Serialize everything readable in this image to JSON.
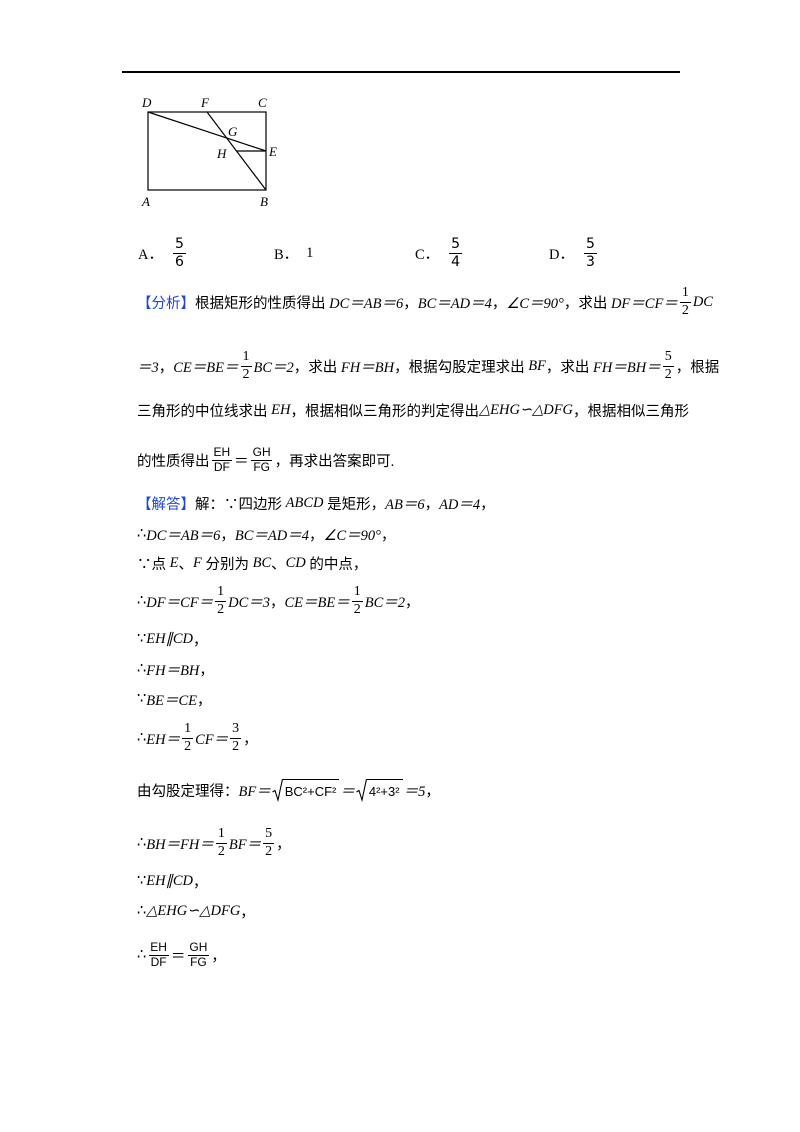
{
  "figure": {
    "labels": {
      "D": "D",
      "F": "F",
      "C": "C",
      "G": "G",
      "H": "H",
      "E": "E",
      "A": "A",
      "B": "B"
    }
  },
  "choices": [
    {
      "letter": "A．",
      "num": "5",
      "den": "6"
    },
    {
      "letter": "B．",
      "value": "1"
    },
    {
      "letter": "C．",
      "num": "5",
      "den": "4"
    },
    {
      "letter": "D．",
      "num": "5",
      "den": "3"
    }
  ],
  "analysis": {
    "tag": "【分析】",
    "line1": [
      "根据矩形的性质得出 ",
      "DC＝AB＝6",
      "，",
      "BC＝AD＝4",
      "，",
      "∠C＝90°",
      "，求出 ",
      "DF＝CF＝",
      {
        "num": "1",
        "den": "2"
      },
      "DC"
    ],
    "line2": [
      "＝3",
      "，",
      "CE＝BE＝",
      {
        "num": "1",
        "den": "2"
      },
      "BC＝2",
      "，求出 ",
      "FH＝BH",
      "，根据勾股定理求出 ",
      "BF",
      "，求出 ",
      "FH＝BH＝",
      {
        "num": "5",
        "den": "2"
      },
      "，根据"
    ],
    "line3": [
      "三角形的中位线求出 ",
      "EH",
      "，根据相似三角形的判定得出",
      "△EHG∽△DFG",
      "，根据相似三角形"
    ],
    "line4": [
      "的性质得出",
      {
        "num": "EH",
        "den": "DF"
      },
      "＝",
      {
        "num": "GH",
        "den": "FG"
      },
      "，再求出答案即可."
    ]
  },
  "solution": {
    "tag": "【解答】",
    "line1": [
      "解：∵四边形 ",
      "ABCD",
      " 是矩形，",
      "AB＝6",
      "，",
      "AD＝4",
      "，"
    ],
    "line2": [
      "∴",
      "DC＝AB＝6",
      "，",
      "BC＝AD＝4",
      "，",
      "∠C＝90°",
      "，"
    ],
    "line3": [
      "∵点 ",
      "E",
      "、",
      "F",
      " 分别为 ",
      "BC",
      "、",
      "CD",
      " 的中点，"
    ],
    "line4": [
      "∴",
      "DF＝CF＝",
      {
        "num": "1",
        "den": "2"
      },
      "DC＝3",
      "，",
      "CE＝BE＝",
      {
        "num": "1",
        "den": "2"
      },
      "BC＝2",
      "，"
    ],
    "line5": [
      "∵",
      "EH∥CD",
      "，"
    ],
    "line6": [
      "∴",
      "FH＝BH",
      "，"
    ],
    "line7": [
      "∵",
      "BE＝CE",
      "，"
    ],
    "line8": [
      "∴",
      "EH＝",
      {
        "num": "1",
        "den": "2"
      },
      "CF＝",
      {
        "num": "3",
        "den": "2"
      },
      "，"
    ],
    "line9": [
      "由勾股定理得：",
      "BF＝",
      {
        "radicand": "BC²+CF²"
      },
      "＝",
      {
        "radicand": "4²+3²"
      },
      "＝5",
      "，"
    ],
    "line10": [
      "∴",
      "BH＝FH＝",
      {
        "num": "1",
        "den": "2"
      },
      "BF＝",
      {
        "num": "5",
        "den": "2"
      },
      "，"
    ],
    "line11": [
      "∵",
      "EH∥CD",
      "，"
    ],
    "line12": [
      "∴",
      "△EHG∽△DFG",
      "，"
    ],
    "line13": [
      "∴",
      {
        "num": "EH",
        "den": "DF"
      },
      "＝",
      {
        "num": "GH",
        "den": "FG"
      },
      "，"
    ]
  }
}
